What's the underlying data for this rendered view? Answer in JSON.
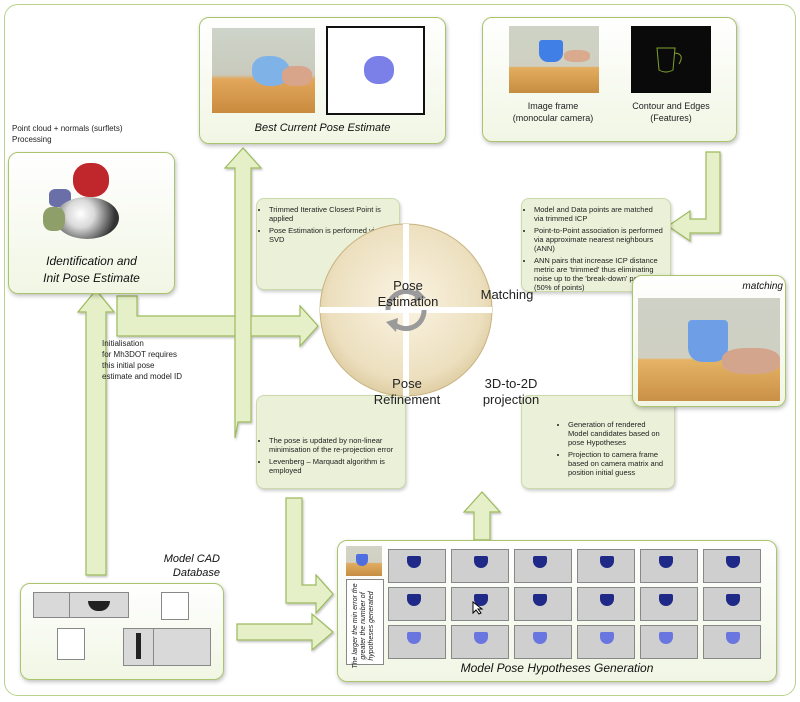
{
  "captions": {
    "best_pose": "Best Current Pose Estimate",
    "image_frame": "Image frame\n(monocular camera)",
    "contour": "Contour and Edges\n(Features)",
    "pointcloud": "Point cloud + normals (surflets)\nProcessing",
    "identification": "Identification and\nInit Pose Estimate",
    "initialisation": "Initialisation\nfor Mh3DOT requires\nthis initial pose\nestimate and model ID",
    "matching_photo": "matching",
    "model_cad_1": "Model CAD",
    "model_cad_2": "Database",
    "hypotheses": "Model Pose Hypotheses Generation",
    "vertical_note": "The larger the min error the greater the number of hypotheses generated"
  },
  "quadrants": {
    "pose_estimation": "Pose\nEstimation",
    "matching": "Matching",
    "pose_refinement": "Pose\nRefinement",
    "projection": "3D-to-2D\nprojection"
  },
  "notes": {
    "estimation": [
      "Trimmed Iterative Closest Point is applied",
      "Pose Estimation is performed via SVD"
    ],
    "matching": [
      "Model and Data points are matched via trimmed ICP",
      "Point-to-Point association is performed via approximate nearest neighbours (ANN)",
      "ANN pairs that increase ICP distance metric are 'trimmed' thus eliminating noise up to the 'break-down' point (50% of points)"
    ],
    "refinement": [
      "The pose is updated by non-linear minimisation of the re-projection error",
      "Levenberg – Marquadt algorithm is employed"
    ],
    "projection": [
      "Generation of rendered Model candidates based on pose Hypotheses",
      "Projection to camera frame based on camera matrix and position initial guess"
    ]
  },
  "colors": {
    "panel_border": "#a9c46c",
    "arrow_fill": "#e6f0c8",
    "arrow_stroke": "#9cba5c",
    "disc": "#efe3c6",
    "cup_blue": "#4f6fe0"
  },
  "icons": [
    "refresh-cycle-icon",
    "mouse-cursor-icon"
  ]
}
